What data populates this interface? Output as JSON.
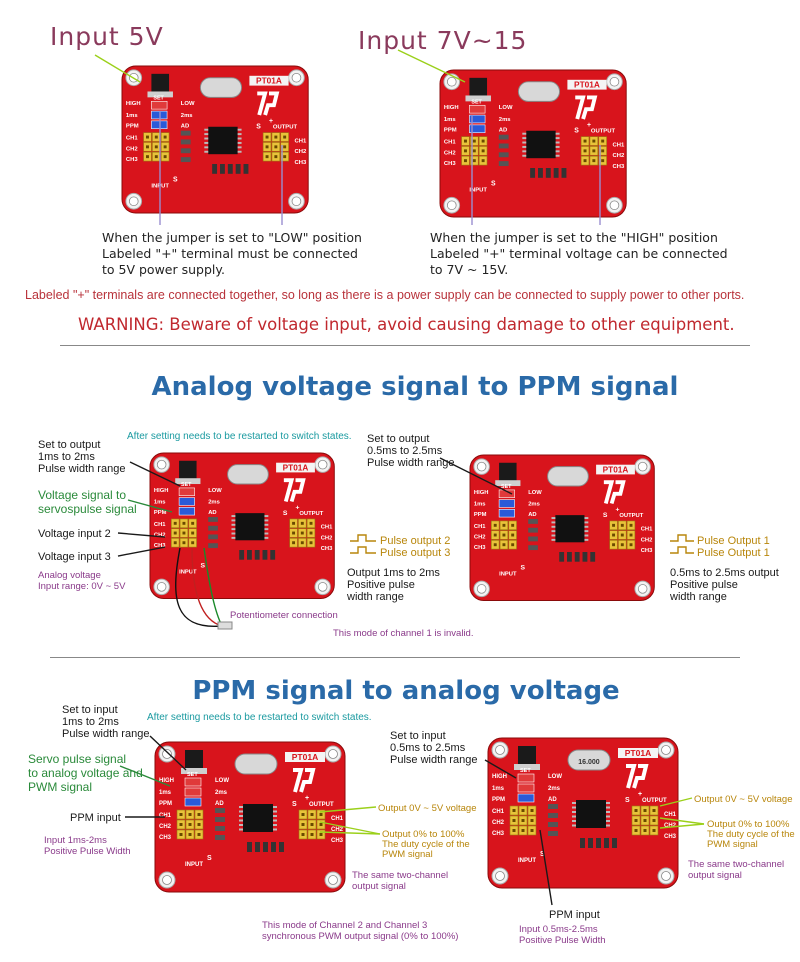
{
  "top": {
    "left_input": "Input 5V",
    "right_input": "Input  7V~15",
    "left_desc": "When the jumper is set to \"LOW\" position\nLabeled \"+\" terminal must be connected\nto 5V power supply.",
    "right_desc": "When the jumper is set to the \"HIGH\" position\nLabeled \"+\" terminal voltage can be connected\nto 7V ~ 15V.",
    "note": "Labeled \"+\" terminals are connected together, so long as there is a power supply can be connected to supply power to other ports.",
    "warning": "WARNING: Beware of voltage input, avoid causing damage to other equipment."
  },
  "board": {
    "name": "PT01A",
    "labels": {
      "high": "HIGH",
      "low": "LOW",
      "set": "SET",
      "ms1": "1ms",
      "ms2": "2ms",
      "ppm": "PPM",
      "ad": "AD",
      "ch1": "CH1",
      "ch2": "CH2",
      "ch3": "CH3",
      "input": "INPUT",
      "output": "OUTPUT",
      "s": "S",
      "plus": "+"
    },
    "crystal": "16.000"
  },
  "section1": {
    "title": "Analog voltage signal to PPM signal",
    "restart_note": "After setting needs to be restarted to switch states.",
    "set_1ms": "Set to output\n1ms to 2ms\nPulse width range",
    "voltage_signal": "Voltage signal to\nservospulse signal",
    "voltage_input2": "Voltage input 2",
    "voltage_input3": "Voltage input 3",
    "analog_range": "Analog voltage\nInput range: 0V ~ 5V",
    "potentiometer": "Potentiometer connection",
    "pulse_out2": "Pulse output 2",
    "pulse_out3": "Pulse output 3",
    "output_1ms": "Output 1ms to 2ms\nPositive pulse\nwidth range",
    "channel1_invalid": "This mode of channel 1 is invalid.",
    "set_05ms": "Set to output\n0.5ms to 2.5ms\nPulse width range",
    "pulse_out1a": "Pulse Output 1",
    "pulse_out1b": "Pulse Output 1",
    "output_05ms": "0.5ms to 2.5ms output\nPositive pulse\nwidth range"
  },
  "section2": {
    "title": "PPM signal to analog voltage",
    "restart_note": "After setting needs to be restarted to switch states.",
    "set_input_1ms": "Set to input\n1ms to 2ms\nPulse width range",
    "servo_signal": "Servo pulse signal\nto analog voltage and\nPWM signal",
    "ppm_input": "PPM input",
    "input_1ms": "Input 1ms-2ms\nPositive Pulse Width",
    "output_0_5v": "Output 0V ~ 5V voltage",
    "output_duty": "Output 0% to 100%\nThe duty cycle of the\nPWM signal",
    "same_two": "The same two-channel\noutput signal",
    "synchronous": "This mode of Channel 2 and Channel 3\nsynchronous PWM output signal (0% to 100%)",
    "set_input_05ms": "Set to input\n0.5ms to 2.5ms\nPulse width range",
    "output_0_5v_r": "Output 0V ~ 5V voltage",
    "output_duty_r": "Output 0% to 100%\nThe duty cycle of the\nPWM signal",
    "same_two_r": "The same two-channel\noutput signal",
    "ppm_input_r": "PPM input",
    "input_05ms": "Input 0.5ms-2.5ms\nPositive Pulse Width"
  }
}
